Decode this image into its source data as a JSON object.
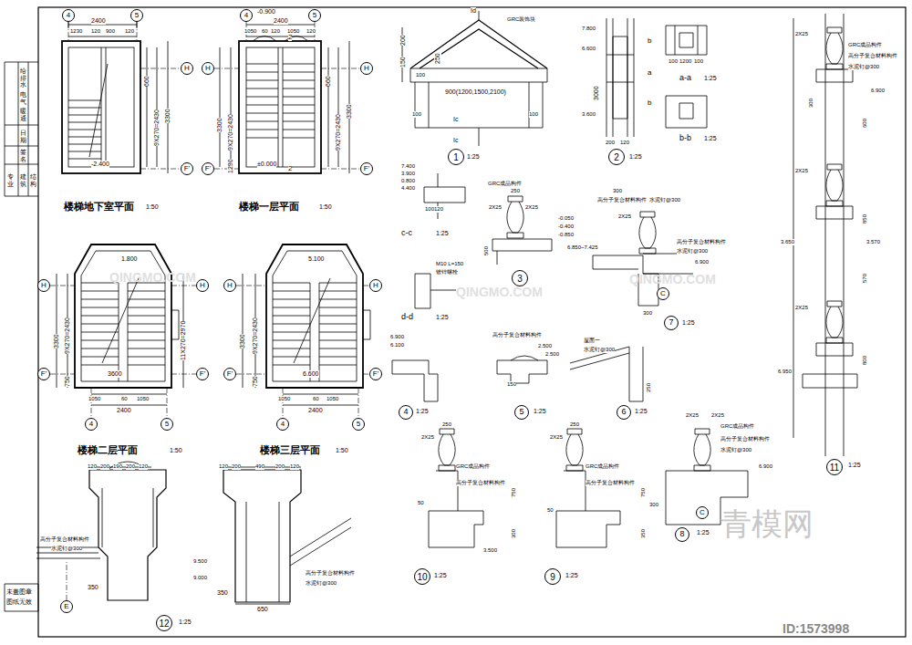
{
  "diagram": {
    "nodes": [
      {
        "text": [
          "4"
        ]
      },
      {
        "text": [
          "5"
        ]
      },
      {
        "text": [
          "H"
        ]
      },
      {
        "text": [
          "F'"
        ]
      },
      {
        "text": [
          "4"
        ]
      },
      {
        "text": [
          "5"
        ]
      },
      {
        "text": [
          "H"
        ]
      },
      {
        "text": [
          "H"
        ]
      },
      {
        "text": [
          "F'"
        ]
      },
      {
        "text": [
          "F'"
        ]
      },
      {
        "text": [
          "H"
        ]
      },
      {
        "text": [
          "H"
        ]
      },
      {
        "text": [
          "F'"
        ]
      },
      {
        "text": [
          "F'"
        ]
      },
      {
        "text": [
          "4"
        ]
      },
      {
        "text": [
          "5"
        ]
      },
      {
        "text": [
          "H"
        ]
      },
      {
        "text": [
          "H"
        ]
      },
      {
        "text": [
          "F'"
        ]
      },
      {
        "text": [
          "F'"
        ]
      },
      {
        "text": [
          "4"
        ]
      },
      {
        "text": [
          "5"
        ]
      },
      {
        "text": [
          "E"
        ]
      },
      {
        "text": [
          "1"
        ]
      },
      {
        "text": [
          "2"
        ]
      },
      {
        "text": [
          "3"
        ]
      },
      {
        "text": [
          "C"
        ]
      },
      {
        "text": [
          "7"
        ]
      },
      {
        "text": [
          "4"
        ]
      },
      {
        "text": [
          "5"
        ]
      },
      {
        "text": [
          "6"
        ]
      },
      {
        "text": [
          "10"
        ]
      },
      {
        "text": [
          "9"
        ]
      },
      {
        "text": [
          "C"
        ]
      },
      {
        "text": [
          "8"
        ]
      },
      {
        "text": [
          "11"
        ]
      },
      {
        "text": [
          "12"
        ]
      }
    ],
    "labels": [
      "给排水",
      "电气",
      "暖通",
      "日期",
      "签名",
      "专业",
      "建筑",
      "结构",
      "未盖图章",
      "图纸无效",
      "2400",
      "1230",
      "120",
      "900",
      "120",
      "660",
      "9X270=2430",
      "3300",
      "-2.400",
      "楼梯地下室平面",
      "1:50",
      "-0.900",
      "2400",
      "1050",
      "60",
      "120",
      "1050",
      "120",
      "2",
      "2",
      "3300",
      "9X270=2430",
      "1290",
      "660",
      "9X270=2430",
      "3300",
      "±0.000",
      "楼梯一层平面",
      "1:50",
      "1.800",
      "3300",
      "9X270=2430",
      "750",
      "11X270=2970",
      "3600",
      "1050",
      "60",
      "1050",
      "2400",
      "楼梯二层平面",
      "1:50",
      "5.100",
      "6.600",
      "3300",
      "9X270=2430",
      "750",
      "1050",
      "60",
      "1050",
      "2400",
      "楼梯三层平面",
      "1:50",
      "120",
      "200",
      "190",
      "200",
      "120",
      "高分子复合材料构件",
      "水泥钉@300",
      "350",
      "1:25",
      "9.500",
      "9.000",
      "120",
      "200",
      "490",
      "200",
      "120",
      "高分子复合材料构件",
      "水泥钉@300",
      "350",
      "650",
      "Id",
      "GRC装饰块",
      "200",
      "150",
      "250",
      "100",
      "900(1200,1500,2100)",
      "100",
      "100",
      "Ic",
      "Ic",
      "1:25",
      "7.800",
      "6.600",
      "3000",
      "3.600",
      "200",
      "120",
      "b",
      "b",
      "a",
      "1:25",
      "100",
      "1200",
      "100",
      "a-a",
      "1:25",
      "b-b",
      "1:25",
      "7.400",
      "3.900",
      "0.800",
      "4.400",
      "100120",
      "c-c",
      "1:25",
      "M10 L=150",
      "镀锌螺栓",
      "d-d",
      "1:25",
      "250",
      "2X25",
      "2X25",
      "GRC成品构件",
      "500",
      "-0.050",
      "-0.400",
      "-0.850",
      "300",
      "高分子复合材料构件",
      "水泥钉@300",
      "2X25",
      "6.850~7.425",
      "高分子复合材料构件",
      "水泥钉@300",
      "6.900",
      "300",
      "1:25",
      "6.900",
      "6.100",
      "1:25",
      "高分子复合材料构件",
      "2.500",
      "2.500",
      "150",
      "1:25",
      "屋面一",
      "水泥钉@300",
      "250",
      "1:25",
      "250",
      "2X25",
      "GRC成品构件",
      "高分子复合材料构件",
      "750",
      "50",
      "300",
      "3.500",
      "1:25",
      "250",
      "2X25",
      "GRC成品构件",
      "高分子复合材料构件",
      "750",
      "50",
      "350",
      "1:25",
      "2X25",
      "2X25",
      "GRC成品构件",
      "高分子复合材料构件",
      "水泥钉@300",
      "6.900",
      "300",
      "1:25",
      "2X25",
      "GRC成品构件",
      "高分子复合材料构件",
      "水泥钉@300",
      "6.900",
      "300",
      "600",
      "2X25",
      "3.650",
      "3.570",
      "850",
      "570",
      "2X25",
      "800",
      "6.950",
      "1:25",
      "青模网",
      "ID:1573998",
      "QINGMO.COM",
      "QINGMO.COM",
      "QINGMO.COM"
    ]
  }
}
